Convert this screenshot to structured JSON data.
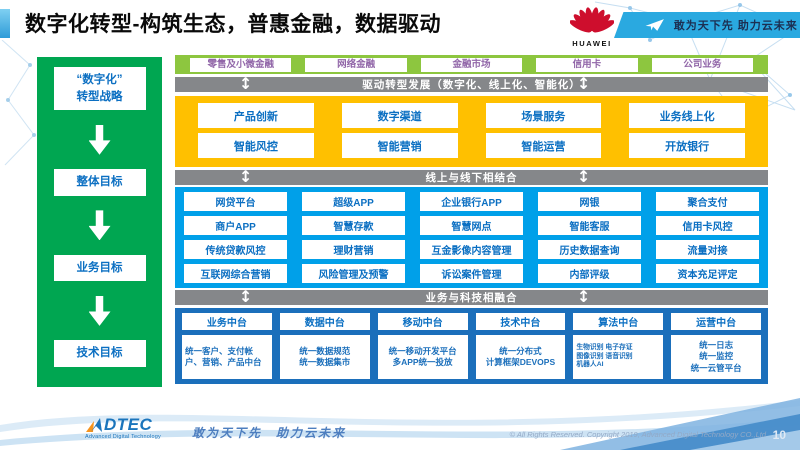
{
  "title": "数字化转型-构筑生态，普惠金融，数据驱动",
  "header": {
    "brand": "HUAWEI",
    "banner_slogan": "敢为天下先 助力云未来"
  },
  "sidebar": {
    "strategy": "“数字化”\n转型战略",
    "goals": [
      "整体目标",
      "业务目标",
      "技术目标"
    ]
  },
  "business_lines": [
    "零售及小微金融",
    "网络金融",
    "金融市场",
    "信用卡",
    "公司业务"
  ],
  "bars": {
    "drive": "驱动转型发展（数字化、线上化、智能化）",
    "online_offline": "线上与线下相结合",
    "tech_fusion": "业务与科技相融合"
  },
  "capabilities": {
    "row1": [
      "产品创新",
      "数字渠道",
      "场景服务",
      "业务线上化"
    ],
    "row2": [
      "智能风控",
      "智能营销",
      "智能运营",
      "开放银行"
    ]
  },
  "applications": {
    "rows": [
      [
        "网贷平台",
        "超级APP",
        "企业银行APP",
        "网银",
        "聚合支付"
      ],
      [
        "商户APP",
        "智慧存款",
        "智慧网点",
        "智能客服",
        "信用卡风控"
      ],
      [
        "传统贷款风控",
        "理财营销",
        "互金影像内容管理",
        "历史数据查询",
        "流量对接"
      ],
      [
        "互联网综合营销",
        "风险管理及预警",
        "诉讼案件管理",
        "内部评级",
        "资本充足评定"
      ]
    ]
  },
  "platforms": [
    {
      "name": "业务中台",
      "detail": "统一客户、支付帐户、营销、产品中台"
    },
    {
      "name": "数据中台",
      "detail": "统一数据规范\n统一数据集市"
    },
    {
      "name": "移动中台",
      "detail": "统一移动开发平台\n多APP统一投放"
    },
    {
      "name": "技术中台",
      "detail": "统一分布式\n计算框架DEVOPS"
    },
    {
      "name": "算法中台",
      "detail": "生物识别 电子存证\n图像识别 语音识别\n机器人AI"
    },
    {
      "name": "运营中台",
      "detail": "统一日志\n统一监控\n统一云管平台"
    }
  ],
  "footer": {
    "logo": "DTEC",
    "logo_sub": "Advanced Digital Technology",
    "slogan": "敢为天下先　助力云未来",
    "copyright": "© All Rights Reserved. Copyright 2019, Advanced Digital Technology CO.,Ltd",
    "page": "10"
  },
  "colors": {
    "green_light": "#8dc63f",
    "green": "#00a651",
    "yellow": "#ffc000",
    "cyan": "#00a0e9",
    "navy_blue": "#1b6fbb",
    "gray_bar": "#85878a",
    "text_blue": "#0b6fc2",
    "purple_text": "#9166a8",
    "huawei_red": "#ce0e2d",
    "banner_blue": "#2aa9e0"
  }
}
